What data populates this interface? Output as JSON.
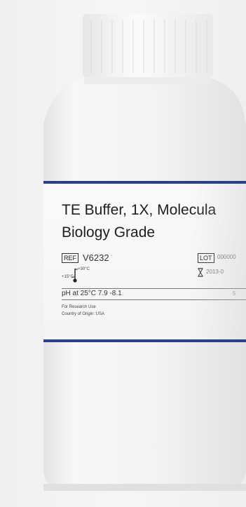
{
  "label": {
    "title_line1": "TE Buffer, 1X, Molecula",
    "title_line2": "Biology Grade",
    "ref_symbol": "REF",
    "ref_value": "V6232",
    "lot_symbol": "LOT",
    "lot_value": "000000",
    "temp_low": "+15°C",
    "temp_high": "+30°C",
    "exp_value": "2013-0",
    "ph_text": "pH at 25°C 7.9 -8.1",
    "ph_right": "5",
    "research_use": "For Research Use",
    "country": "Country of Origin: USA"
  },
  "icons": {
    "thermometer": "thermometer-icon",
    "expiry": "hourglass-icon"
  },
  "colors": {
    "label_band": "#2e3f86",
    "bottle": "#f2f2f2"
  }
}
